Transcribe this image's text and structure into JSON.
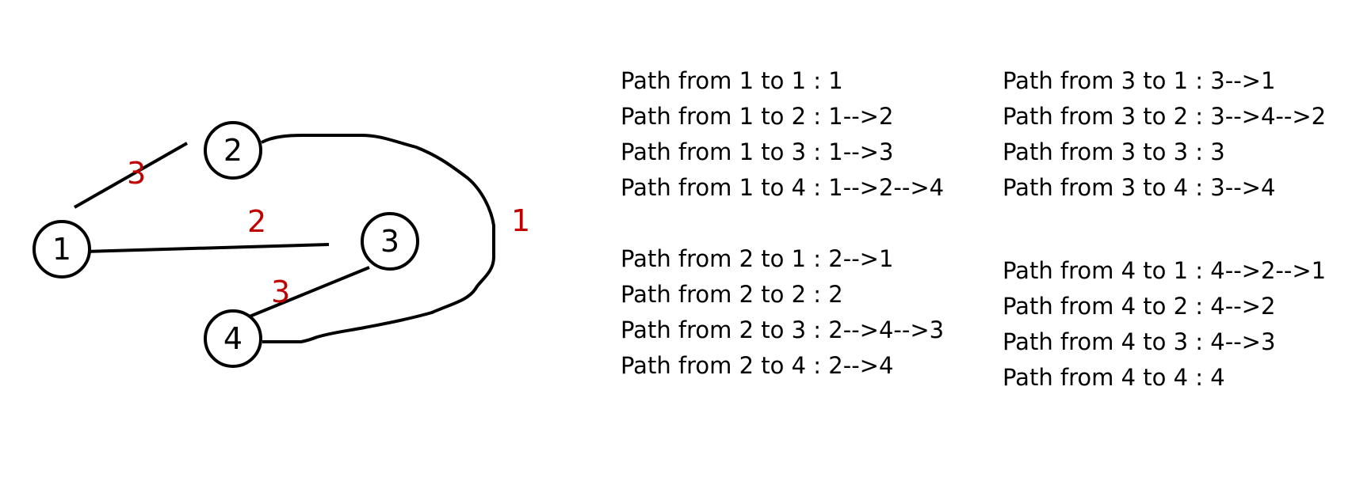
{
  "colors": {
    "line": "#000000",
    "weight_label": "#c00000",
    "background": "#ffffff"
  },
  "graph": {
    "nodes": [
      {
        "label": "1"
      },
      {
        "label": "2"
      },
      {
        "label": "3"
      },
      {
        "label": "4"
      }
    ],
    "edges": [
      {
        "from": "1",
        "to": "2",
        "weight": "3"
      },
      {
        "from": "1",
        "to": "3",
        "weight": "2"
      },
      {
        "from": "3",
        "to": "4",
        "weight": "3"
      },
      {
        "from": "2",
        "to": "4",
        "weight": "1"
      }
    ]
  },
  "paths": {
    "from_1": [
      "Path from 1 to 1 : 1",
      "Path from 1 to 2 : 1-->2",
      "Path from 1 to 3 : 1-->3",
      "Path from 1 to 4 : 1-->2-->4"
    ],
    "from_2": [
      "Path from 2 to 1 : 2-->1",
      "Path from 2 to 2 : 2",
      "Path from 2 to 3 : 2-->4-->3",
      "Path from 2 to 4 : 2-->4"
    ],
    "from_3": [
      "Path from 3 to 1 : 3-->1",
      "Path from 3 to 2 : 3-->4-->2",
      "Path from 3 to 3 : 3",
      "Path from 3 to 4 : 3-->4"
    ],
    "from_4": [
      "Path from 4 to 1 : 4-->2-->1",
      "Path from 4 to 2 : 4-->2",
      "Path from 4 to 3 : 4-->3",
      "Path from 4 to 4 : 4"
    ]
  }
}
